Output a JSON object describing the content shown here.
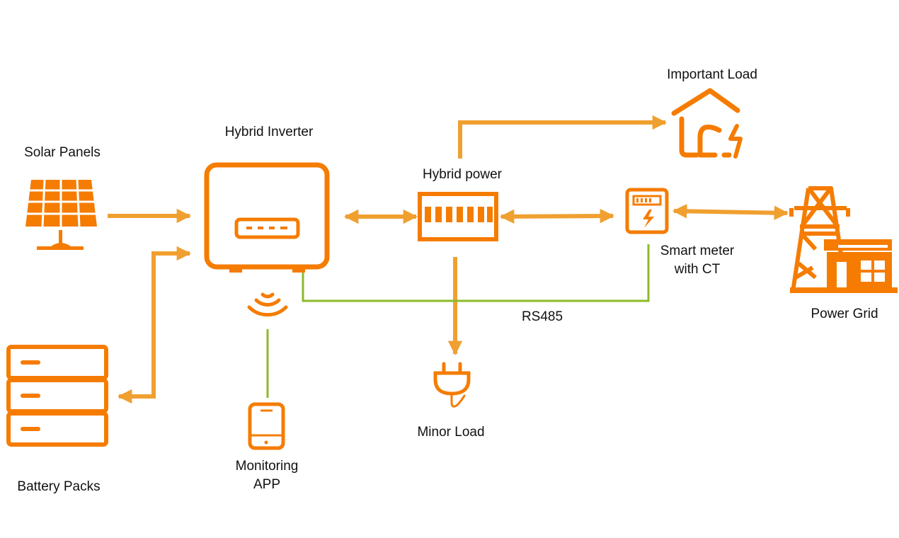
{
  "colors": {
    "accent": "#F57C00",
    "link": "#F0A030",
    "data_link": "#8DBA2A",
    "text": "#111111",
    "background": "#FFFFFF"
  },
  "labels": {
    "solar_panels": "Solar Panels",
    "hybrid_inverter": "Hybrid Inverter",
    "hybrid_power": "Hybrid power",
    "important_load": "Important Load",
    "smart_meter_line1": "Smart meter",
    "smart_meter_line2": "with CT",
    "power_grid": "Power Grid",
    "rs485": "RS485",
    "minor_load": "Minor Load",
    "battery_packs": "Battery Packs",
    "monitoring_line1": "Monitoring",
    "monitoring_line2": "APP"
  },
  "icons": {
    "solar": "solar-panel-icon",
    "inverter": "inverter-icon",
    "distribution": "distribution-box-icon",
    "home": "house-icon",
    "meter": "smart-meter-icon",
    "grid": "power-tower-icon",
    "plug": "plug-icon",
    "battery": "battery-stack-icon",
    "wifi": "wifi-icon",
    "phone": "smartphone-icon"
  }
}
